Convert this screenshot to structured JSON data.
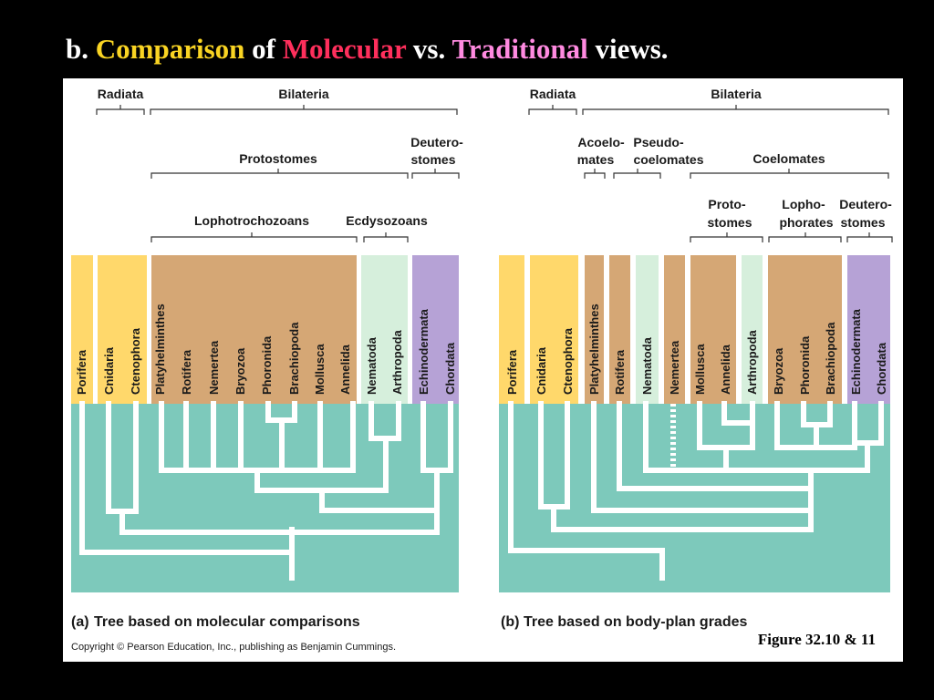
{
  "title": {
    "prefix": "b.",
    "word1": "Comparison",
    "of": "of",
    "word2": "Molecular",
    "vs": "vs.",
    "word3": "Traditional",
    "suffix": "views."
  },
  "colors": {
    "background": "#000000",
    "radiata": "#ffd86b",
    "lophotrochozoa": "#d5a775",
    "ecdysozoa": "#d6efdc",
    "deuterostomes": "#b6a2d6",
    "tree_field": "#7dc9bb",
    "branch": "#ffffff"
  },
  "panel_a": {
    "caption_letter": "(a)",
    "caption": "Tree based on molecular comparisons",
    "group_labels": {
      "radiata": "Radiata",
      "bilateria": "Bilateria",
      "protostomes": "Protostomes",
      "deuterostomes_1": "Deutero-",
      "deuterostomes_2": "stomes",
      "lophotrochozoans": "Lophotrochozoans",
      "ecdysozoans": "Ecdysozoans"
    },
    "taxa": [
      "Porifera",
      "Cnidaria",
      "Ctenophora",
      "Platyhelminthes",
      "Rotifera",
      "Nemertea",
      "Bryozoa",
      "Phoronida",
      "Brachiopoda",
      "Mollusca",
      "Annelida",
      "Nematoda",
      "Arthropoda",
      "Echinodermata",
      "Chordata"
    ]
  },
  "panel_b": {
    "caption_letter": "(b)",
    "caption": "Tree based on body-plan grades",
    "group_labels": {
      "radiata": "Radiata",
      "bilateria": "Bilateria",
      "acoelomates_1": "Acoelo-",
      "acoelomates_2": "mates",
      "pseudocoelomates_1": "Pseudo-",
      "pseudocoelomates_2": "coelomates",
      "coelomates": "Coelomates",
      "protostomes_1": "Proto-",
      "protostomes_2": "stomes",
      "lophophorates_1": "Lopho-",
      "lophophorates_2": "phorates",
      "deuterostomes_1": "Deutero-",
      "deuterostomes_2": "stomes"
    },
    "taxa": [
      "Porifera",
      "Cnidaria",
      "Ctenophora",
      "Platyhelminthes",
      "Rotifera",
      "Nematoda",
      "Nemertea",
      "Mollusca",
      "Annelida",
      "Arthropoda",
      "Bryozoa",
      "Phoronida",
      "Brachiopoda",
      "Echinodermata",
      "Chordata"
    ]
  },
  "copyright": "Copyright © Pearson Education, Inc., publishing as Benjamin Cummings.",
  "figure_ref": "Figure 32.10 & 11"
}
